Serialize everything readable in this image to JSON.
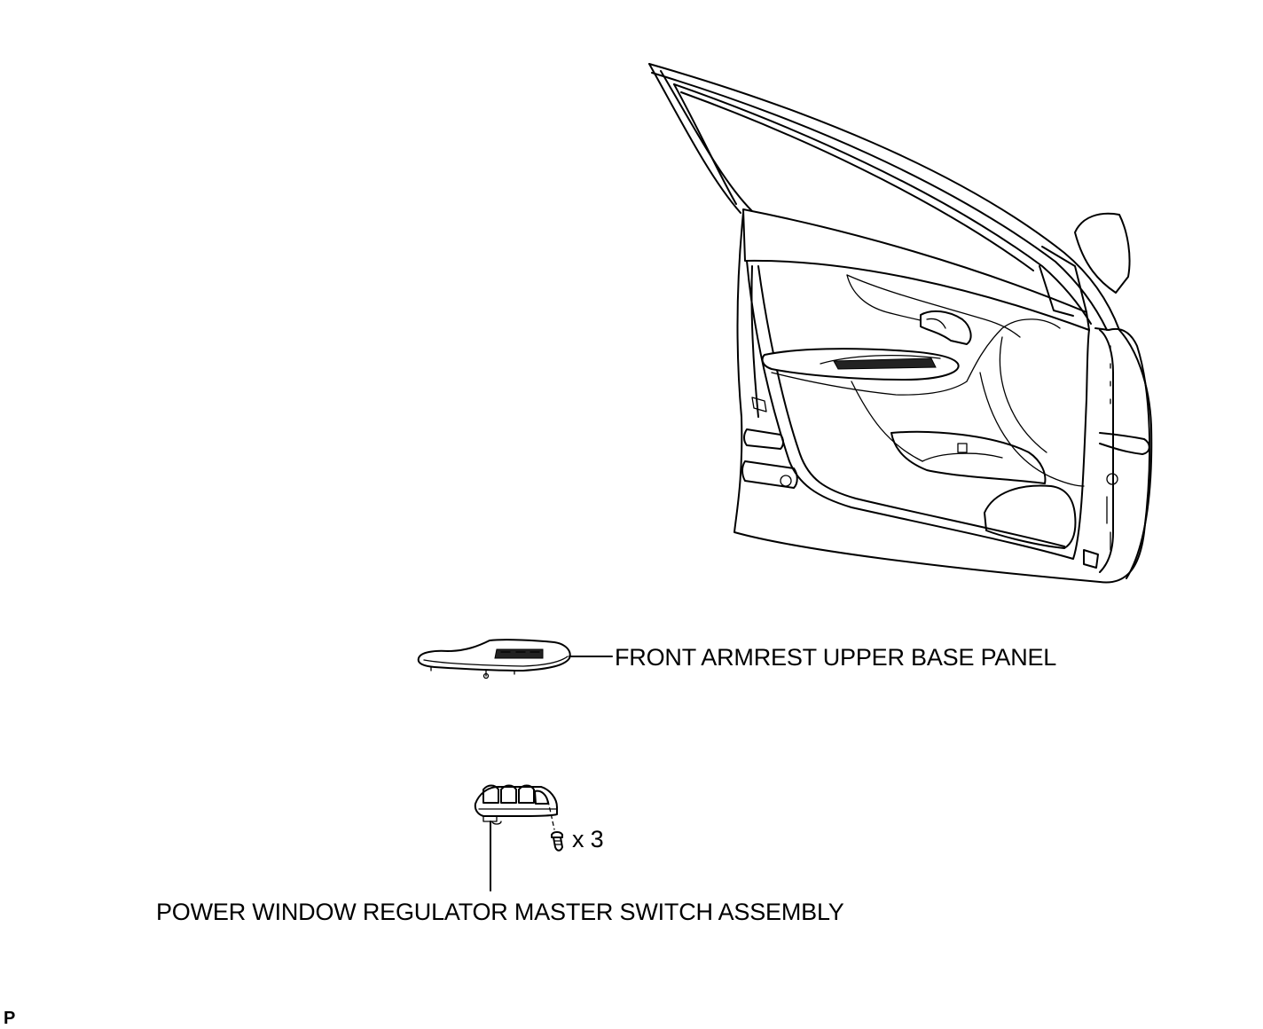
{
  "labels": {
    "armrest_panel": "FRONT ARMREST UPPER BASE PANEL",
    "master_switch": "POWER WINDOW REGULATOR MASTER SWITCH ASSEMBLY",
    "screw_quantity": "x 3",
    "corner_code": "P"
  },
  "colors": {
    "line": "#000000",
    "background": "#ffffff"
  }
}
